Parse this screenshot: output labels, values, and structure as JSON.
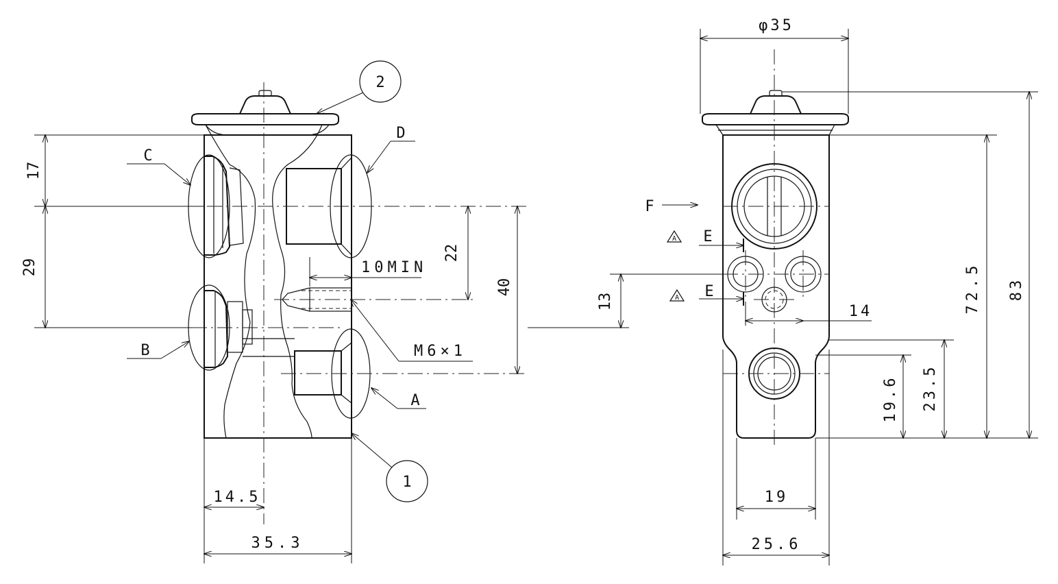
{
  "side_view": {
    "dims": {
      "d17": "17",
      "d29": "29",
      "d22": "22",
      "d40": "40",
      "d10min": "10MIN",
      "thread": "M6×1",
      "d14_5": "14.5",
      "d35_3": "35.3"
    },
    "callouts": {
      "part1": "1",
      "part2": "2",
      "A": "A",
      "B": "B",
      "C": "C",
      "D": "D"
    }
  },
  "front_view": {
    "dims": {
      "phi35": "φ35",
      "d13": "13",
      "d14": "14",
      "d19": "19",
      "d25_6": "25.6",
      "d19_6": "19.6",
      "d23_5": "23.5",
      "d72_5": "72.5",
      "d83": "83"
    },
    "labels": {
      "F": "F",
      "E1": "E",
      "E2": "E",
      "warn1": "A",
      "warn2": "A"
    }
  }
}
